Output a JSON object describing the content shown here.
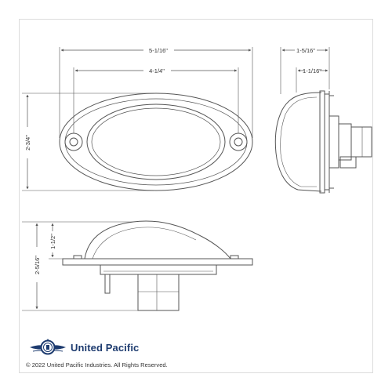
{
  "dimensions": {
    "top_width": "5-1/16\"",
    "top_hole_spacing": "4-1/4\"",
    "top_height": "2-3/4\"",
    "side_depth": "1-5/16\"",
    "side_partial": "1-1/16\"",
    "front_height": "1-1/2\"",
    "front_total_height": "2-5/16\""
  },
  "brand": {
    "name": "United Pacific",
    "copyright": "© 2022 United Pacific Industries. All Rights Reserved."
  },
  "colors": {
    "line": "#555555",
    "brand": "#1d3b6f"
  }
}
